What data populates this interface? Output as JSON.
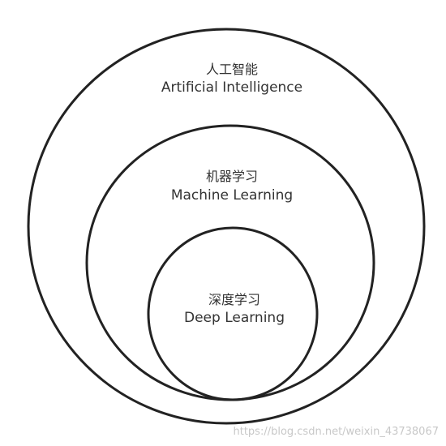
{
  "diagram": {
    "outer": {
      "title_cn": "人工智能",
      "title_en": "Artificial Intelligence"
    },
    "middle": {
      "title_cn": "机器学习",
      "title_en": "Machine Learning"
    },
    "inner": {
      "title_cn": "深度学习",
      "title_en": "Deep Learning"
    }
  },
  "watermark": "https://blog.csdn.net/weixin_43738067",
  "colors": {
    "stroke": "#222222",
    "text": "#333333",
    "watermark": "#c8c8c8",
    "background": "#ffffff"
  }
}
